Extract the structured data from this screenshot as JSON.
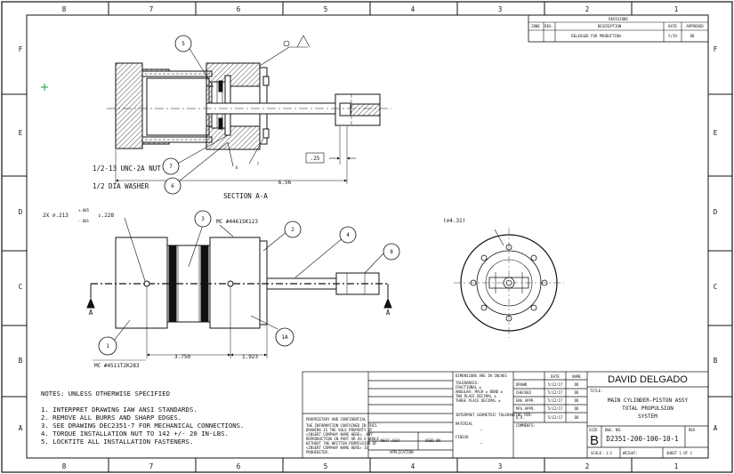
{
  "zone_cols": [
    "8",
    "7",
    "6",
    "5",
    "4",
    "3",
    "2",
    "1"
  ],
  "zone_rows": [
    "F",
    "E",
    "D",
    "C",
    "B",
    "A"
  ],
  "revisions": {
    "header": "REVISIONS",
    "col_zone": "ZONE",
    "col_rev": "REV.",
    "col_description": "DESCRIPTION",
    "col_date": "DATE",
    "col_approved": "APPROVED",
    "row_description": "RELEASED FOR PRODUCTION",
    "row_date": "5/19",
    "row_approved": "DD"
  },
  "section_view": {
    "label": "SECTION A-A",
    "callout_nut": "1/2-13 UNC-2A NUT",
    "callout_washer": "1/2 DIA WASHER",
    "dim_overall": "6.56",
    "dim_rod_end": ".25",
    "balloon_5": "5",
    "balloon_7a": "7",
    "balloon_6a": "6",
    "balloon_6b": "6",
    "balloon_7b": "7"
  },
  "front_view": {
    "hole_note": "2X ⌀.213",
    "hole_tol_plus": "+.005",
    "hole_tol_minus": "-.001",
    "hole_depth": "↧.228",
    "mc_top": "MC #4461SK123",
    "mc_bottom": "MC #4511T2K283",
    "dim_left": "3.750",
    "dim_right": "1.923",
    "section_arrow_left": "A",
    "section_arrow_right": "A",
    "balloon_1": "1",
    "balloon_1a": "1A",
    "balloon_2": "2",
    "balloon_3": "3",
    "balloon_4": "4",
    "balloon_8": "8"
  },
  "end_view": {
    "dim_diameter": "(⌀4.31)"
  },
  "notes": {
    "heading": "NOTES: UNLESS OTHERWISE SPECIFIED",
    "items": [
      "1.  INTERPRET DRAWING IAW ANSI STANDARDS.",
      "2.  REMOVE ALL BURRS AND SHARP EDGES.",
      "3.  SEE DRAWING DEC2351-7 FOR MECHANICAL CONNECTIONS.",
      "4.  TORQUE INSTALLATION NUT TO 142 +/- 20 IN-LBS.",
      "5.  LOCKTITE ALL INSTALLATION FASTENERS."
    ]
  },
  "title_block": {
    "company": "DAVID DELGADO",
    "title_label": "TITLE:",
    "title_line1": "MAIN CYLINDER-PISTON ASSY",
    "title_line2": "TOTAL PROPULSION",
    "title_line3": "SYSTEM",
    "size_label": "SIZE",
    "size_value": "B",
    "dwg_no_label": "DWG. NO.",
    "dwg_no_value": "D2351-200-100-10-1",
    "rev_label": "REV",
    "scale": "SCALE: 1:2",
    "weight": "WEIGHT:",
    "sheet": "SHEET 1 OF 2",
    "date_header": "DATE",
    "name_header": "NAME",
    "drawn": "DRAWN",
    "checked": "CHECKED",
    "eng_appr": "ENG APPR.",
    "mfg_appr": "MFG APPR.",
    "qa": "Q.A.",
    "comments": "COMMENTS:",
    "date_val": "5/12/17",
    "name_val": "DD",
    "next_assy": "NEXT ASSY",
    "used_on": "USED ON",
    "application": "APPLICATION",
    "dim_notes": [
      "DIMENSIONS ARE IN INCHES",
      "TOLERANCES:",
      "FRACTIONAL ±",
      "ANGULAR: MACH ±  BEND ±",
      "TWO PLACE DECIMAL  ±",
      "THREE PLACE DECIMAL  ±"
    ],
    "interpret": "INTERPRET GEOMETRIC TOLERANCING PER:",
    "material": "MATERIAL",
    "finish": "FINISH",
    "dash": "—",
    "proprietary_title": "PROPRIETARY AND CONFIDENTIAL",
    "proprietary_lines": [
      "THE INFORMATION CONTAINED IN THIS",
      "DRAWING IS THE SOLE PROPERTY OF",
      "<INSERT COMPANY NAME HERE>. ANY",
      "REPRODUCTION IN PART OR AS A WHOLE",
      "WITHOUT THE WRITTEN PERMISSION OF",
      "<INSERT COMPANY NAME HERE> IS",
      "PROHIBITED."
    ]
  }
}
